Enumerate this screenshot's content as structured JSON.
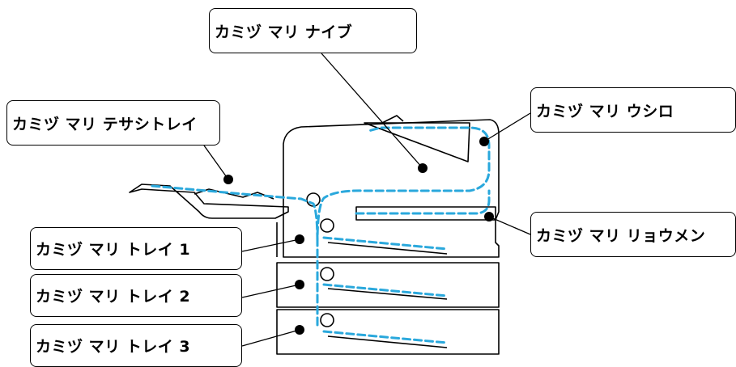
{
  "callouts": {
    "internal": "カミヅ マリ ナイブ",
    "manual_tray": "カミヅ マリ テサシトレイ",
    "rear": "カミヅ マリ ウシロ",
    "duplex": "カミヅ マリ リョウメン",
    "tray1": "カミヅ マリ トレイ 1",
    "tray2": "カミヅ マリ トレイ 2",
    "tray3": "カミヅ マリ トレイ 3"
  },
  "colors": {
    "paper_path": "#2aa8dc",
    "outline": "#000000",
    "background": "#ffffff"
  }
}
